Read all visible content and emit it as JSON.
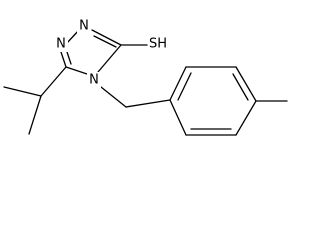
{
  "structure": {
    "atoms": {
      "ring_n1": "N",
      "ring_n2": "N",
      "ring_n4": "N",
      "thiol": "SH"
    }
  },
  "colors": {
    "bond": "#000000",
    "label": "#000000",
    "background": "#ffffff"
  }
}
